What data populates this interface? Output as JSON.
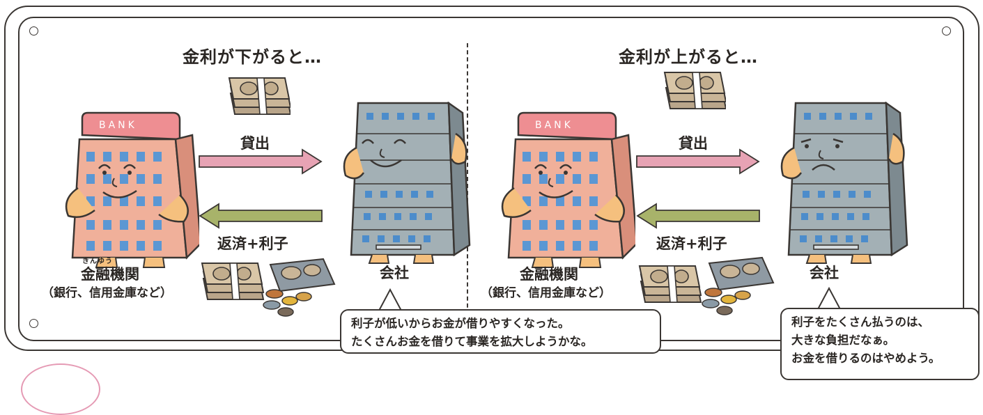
{
  "left_panel": {
    "heading": "金利が下がると…",
    "lend_label": "貸出",
    "repay_label": "返済+利子",
    "bank_sign": "BANK",
    "institution_ruby": "きんゆう",
    "institution_label": "金融機関",
    "institution_sub": "（銀行、信用金庫など）",
    "company_label": "会社",
    "bubble_line1": "利子が低いからお金が借りやすくなった。",
    "bubble_line2": "たくさんお金を借りて事業を拡大しようかな。"
  },
  "right_panel": {
    "heading": "金利が上がると…",
    "lend_label": "貸出",
    "repay_label": "返済+利子",
    "bank_sign": "BANK",
    "institution_label": "金融機関",
    "institution_sub": "（銀行、信用金庫など）",
    "company_label": "会社",
    "bubble_line1": "利子をたくさん払うのは、",
    "bubble_line2": "大きな負担だなぁ。",
    "bubble_line3": "お金を借りるのはやめよう。"
  },
  "colors": {
    "lend_arrow": "#e7a3b4",
    "repay_arrow": "#a8b36a",
    "bank_body": "#f0b09a",
    "bank_roof": "#ee8e92",
    "bank_window": "#5b97d3",
    "company_body": "#a3b0b5",
    "company_window": "#4c8ccb",
    "skin": "#f5c07e",
    "money": "#d9c6a7",
    "outline": "#3a3633"
  }
}
